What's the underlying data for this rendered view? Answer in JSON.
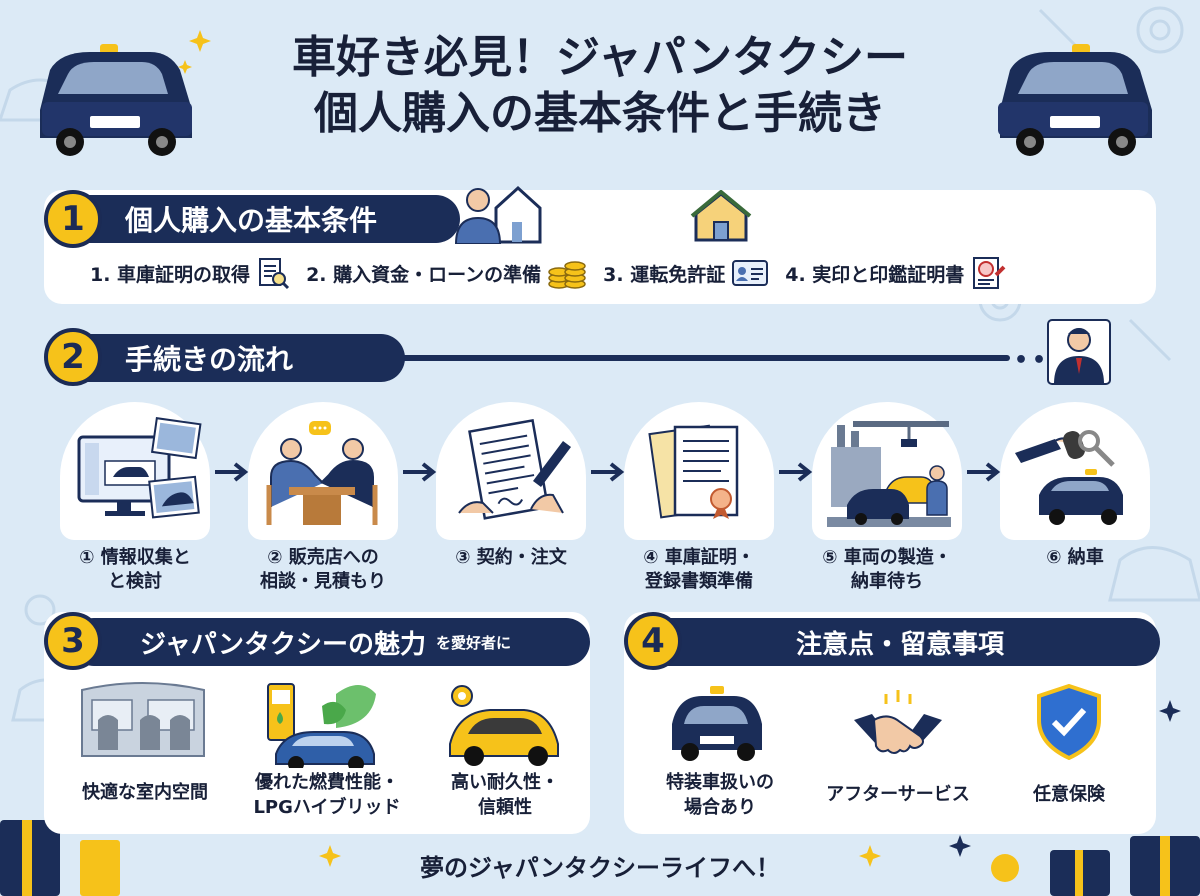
{
  "title": {
    "line1": "車好き必見！ジャパンタクシー",
    "line2": "個人購入の基本条件と手続き"
  },
  "section1": {
    "number": "1",
    "heading": "個人購入の基本条件",
    "items": [
      {
        "label": "1. 車庫証明の取得",
        "icon": "document-magnifier-icon"
      },
      {
        "label": "2. 購入資金・ローンの準備",
        "icon": "coin-stack-icon"
      },
      {
        "label": "3. 運転免許証",
        "icon": "id-card-icon"
      },
      {
        "label": "4. 実印と印鑑証明書",
        "icon": "seal-document-icon"
      }
    ]
  },
  "section2": {
    "number": "2",
    "heading": "手続きの流れ",
    "steps": [
      {
        "line1": "① 情報収集と",
        "line2": "と検討",
        "icon": "computer-photos-icon"
      },
      {
        "line1": "② 販売店への",
        "line2": "相談・見積もり",
        "icon": "handshake-desk-icon"
      },
      {
        "line1": "③ 契約・注文",
        "line2": "",
        "icon": "signing-contract-icon"
      },
      {
        "line1": "④ 車庫証明・",
        "line2": "登録書類準備",
        "icon": "documents-icon"
      },
      {
        "line1": "⑤ 車両の製造・",
        "line2": "納車待ち",
        "icon": "factory-icon"
      },
      {
        "line1": "⑥ 納車",
        "line2": "",
        "icon": "car-key-icon"
      }
    ]
  },
  "section3": {
    "number": "3",
    "heading": "ジャパンタクシーの魅力",
    "suffix": "を愛好者に",
    "features": [
      {
        "line1": "快適な室内空間",
        "line2": "",
        "icon": "car-interior-icon"
      },
      {
        "line1": "優れた燃費性能・",
        "line2": "LPGハイブリッド",
        "icon": "fuel-eco-car-icon"
      },
      {
        "line1": "高い耐久性・",
        "line2": "信頼性",
        "icon": "yellow-car-gear-icon"
      }
    ]
  },
  "section4": {
    "number": "4",
    "heading": "注意点・留意事項",
    "notes": [
      {
        "line1": "特装車扱いの",
        "line2": "場合あり",
        "icon": "taxi-car-icon"
      },
      {
        "line1": "アフターサービス",
        "line2": "",
        "icon": "handshake-icon"
      },
      {
        "line1": "任意保険",
        "line2": "",
        "icon": "shield-check-icon"
      }
    ]
  },
  "footer": "夢のジャパンタクシーライフへ！",
  "colors": {
    "navy": "#1b2d58",
    "yellow": "#f6c21a",
    "background": "#dceaf6"
  }
}
